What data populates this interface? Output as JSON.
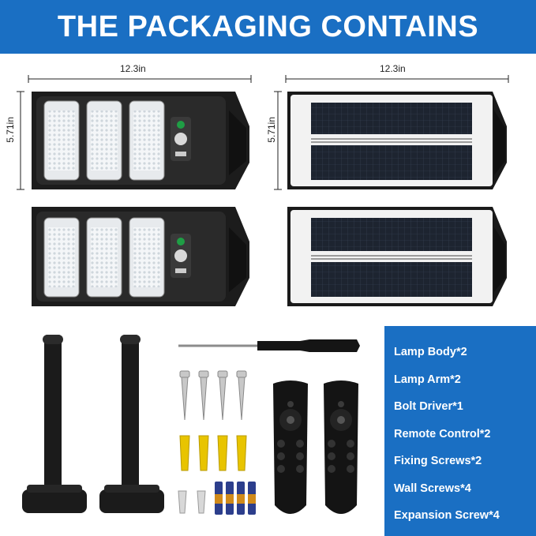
{
  "header": {
    "title": "THE PACKAGING CONTAINS"
  },
  "dimensions": {
    "lamp_width": "12.3in",
    "lamp_height": "5.71in",
    "panel_width": "12.3in",
    "panel_height": "5.71in"
  },
  "contents": [
    "Lamp Body*2",
    "Lamp Arm*2",
    "Bolt Driver*1",
    "Remote Control*2",
    "Fixing Screws*2",
    "Wall Screws*4",
    "Expansion Screw*4"
  ],
  "colors": {
    "banner": "#1a6fc3",
    "text_on_banner": "#ffffff",
    "anchor": "#e8c400"
  }
}
